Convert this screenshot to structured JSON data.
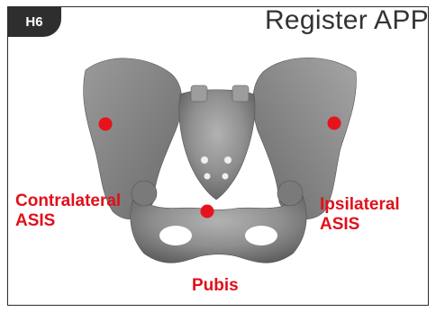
{
  "slide": {
    "badge": "H6",
    "title": "Register APP"
  },
  "landmarks": [
    {
      "id": "contralateral_asis",
      "label": "Contralateral\nASIS"
    },
    {
      "id": "ipsilateral_asis",
      "label": "Ipsilateral\nASIS"
    },
    {
      "id": "pubis",
      "label": "Pubis"
    }
  ],
  "colors": {
    "marker": "#e8121c",
    "bone": "#8c8c8c",
    "badge_bg": "#2e2e2e"
  }
}
